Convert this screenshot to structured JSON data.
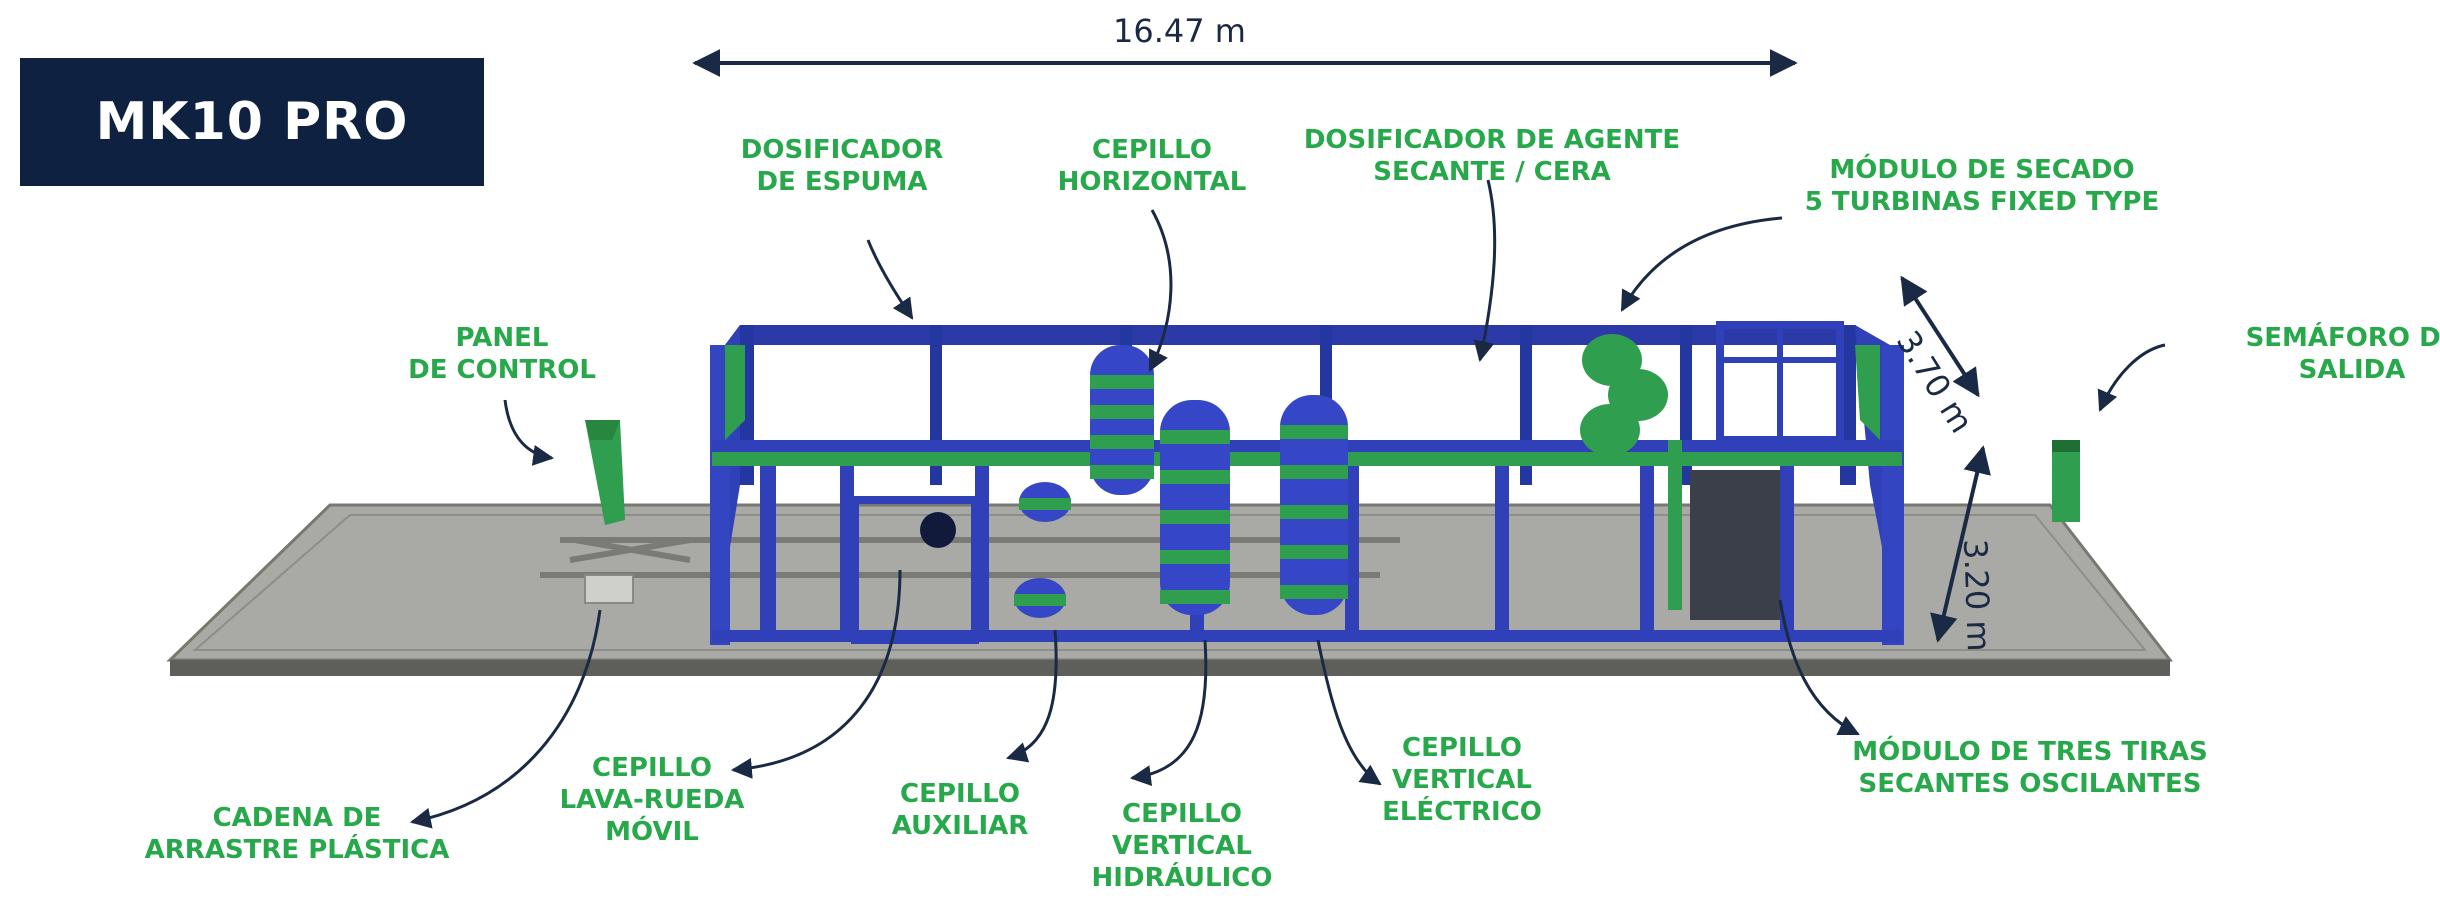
{
  "title": "MK10 PRO",
  "dimensions": {
    "length": "16.47 m",
    "height": "3.70 m",
    "width": "3.20 m"
  },
  "labels": {
    "dosificador_espuma": [
      "DOSIFICADOR",
      "DE ESPUMA"
    ],
    "cepillo_horizontal": [
      "CEPILLO",
      "HORIZONTAL"
    ],
    "dosificador_agente": [
      "DOSIFICADOR DE AGENTE",
      "SECANTE / CERA"
    ],
    "modulo_secado": [
      "MÓDULO DE SECADO",
      "5 TURBINAS FIXED TYPE"
    ],
    "panel_control": [
      "PANEL",
      "DE CONTROL"
    ],
    "semaforo_salida": [
      "SEMÁFORO DE",
      "SALIDA"
    ],
    "cadena_arrastre": [
      "CADENA DE",
      "ARRASTRE PLÁSTICA"
    ],
    "cepillo_lava_rueda": [
      "CEPILLO",
      "LAVA-RUEDA",
      "MÓVIL"
    ],
    "cepillo_auxiliar": [
      "CEPILLO",
      "AUXILIAR"
    ],
    "cepillo_vertical_hidraulico": [
      "CEPILLO",
      "VERTICAL",
      "HIDRÁULICO"
    ],
    "cepillo_vertical_electrico": [
      "CEPILLO",
      "VERTICAL",
      "ELÉCTRICO"
    ],
    "modulo_tiras": [
      "MÓDULO DE TRES TIRAS",
      "SECANTES OSCILANTES"
    ]
  },
  "colors": {
    "navy": "#0f2140",
    "label_green": "#27a84a",
    "frame_blue": "#2e3fb5",
    "machine_green": "#2f9e4f",
    "floor_grey": "#a9aaa5"
  }
}
